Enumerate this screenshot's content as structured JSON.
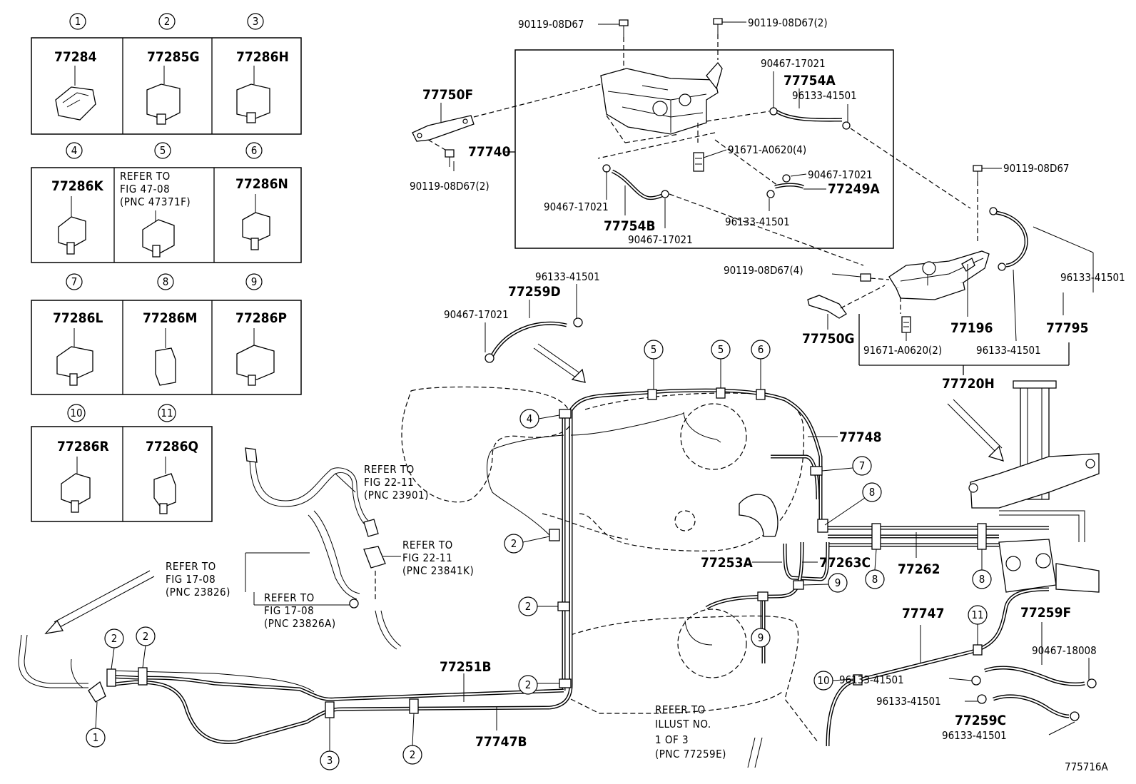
{
  "clip_table": [
    {
      "index": "1",
      "part": "77284"
    },
    {
      "index": "2",
      "part": "77285G"
    },
    {
      "index": "3",
      "part": "77286H"
    },
    {
      "index": "4",
      "part": "77286K"
    },
    {
      "index": "5",
      "ref": [
        "REFER TO",
        "FIG 47-08",
        "(PNC 47371F)"
      ]
    },
    {
      "index": "6",
      "part": "77286N"
    },
    {
      "index": "7",
      "part": "77286L"
    },
    {
      "index": "8",
      "part": "77286M"
    },
    {
      "index": "9",
      "part": "77286P"
    },
    {
      "index": "10",
      "part": "77286R"
    },
    {
      "index": "11",
      "part": "77286Q"
    }
  ],
  "canister_assembly": {
    "bolt_top_left": "90119-08D67",
    "bolt_top_right": "90119-08D67(2)",
    "bracket_left": "77750F",
    "bracket_left_bolt": "90119-08D67(2)",
    "canister": "77740",
    "hose_a": "77754A",
    "clamp_a1": "90467-17021",
    "clamp_a2": "96133-41501",
    "bolt_center": "91671-A0620(4)",
    "clamp_b_right": "90467-17021",
    "hose_249a": "77249A",
    "clamp_b_left": "90467-17021",
    "hose_b": "77754B",
    "clamp_b_bottom": "90467-17021",
    "clamp_b_mid": "96133-41501"
  },
  "right_assembly": {
    "bolt_top": "90119-08D67",
    "clamp_right": "96133-41501",
    "bolt_left": "90119-08D67(4)",
    "bracket": "77750G",
    "part_77196": "77196",
    "part_77795": "77795",
    "bolt_bottom": "91671-A0620(2)",
    "clamp_bottom": "96133-41501",
    "assembly": "77720H"
  },
  "hose_259d": {
    "clamp_top": "96133-41501",
    "hose": "77259D",
    "clamp_left": "90467-17021"
  },
  "pipes": {
    "p77748": "77748",
    "p77262": "77262",
    "p77253a": "77253A",
    "p77263c": "77263C",
    "p77251b": "77251B",
    "p77747b": "77747B",
    "p77747": "77747"
  },
  "bottom_right": {
    "hose_f": "77259F",
    "clamp_f": "90467-18008",
    "clamp_1": "96133-41501",
    "clamp_2": "96133-41501",
    "hose_c": "77259C",
    "clamp_3": "96133-41501"
  },
  "references": {
    "ref_23901": [
      "REFER TO",
      "FIG 22-11",
      "(PNC 23901)"
    ],
    "ref_23841k": [
      "REFER TO",
      "FIG 22-11",
      "(PNC 23841K)"
    ],
    "ref_23826": [
      "REFER TO",
      "FIG 17-08",
      "(PNC 23826)"
    ],
    "ref_23826a": [
      "REFER TO",
      "FIG 17-08",
      "(PNC 23826A)"
    ],
    "ref_illust": [
      "REFER TO",
      "ILLUST NO.",
      "1 OF 3",
      "(PNC 77259E)"
    ]
  },
  "callouts": {
    "c1": "1",
    "c2": "2",
    "c3": "3",
    "c4": "4",
    "c5": "5",
    "c6": "6",
    "c7": "7",
    "c8": "8",
    "c9": "9",
    "c10": "10",
    "c11": "11"
  },
  "figure_id": "775716A"
}
